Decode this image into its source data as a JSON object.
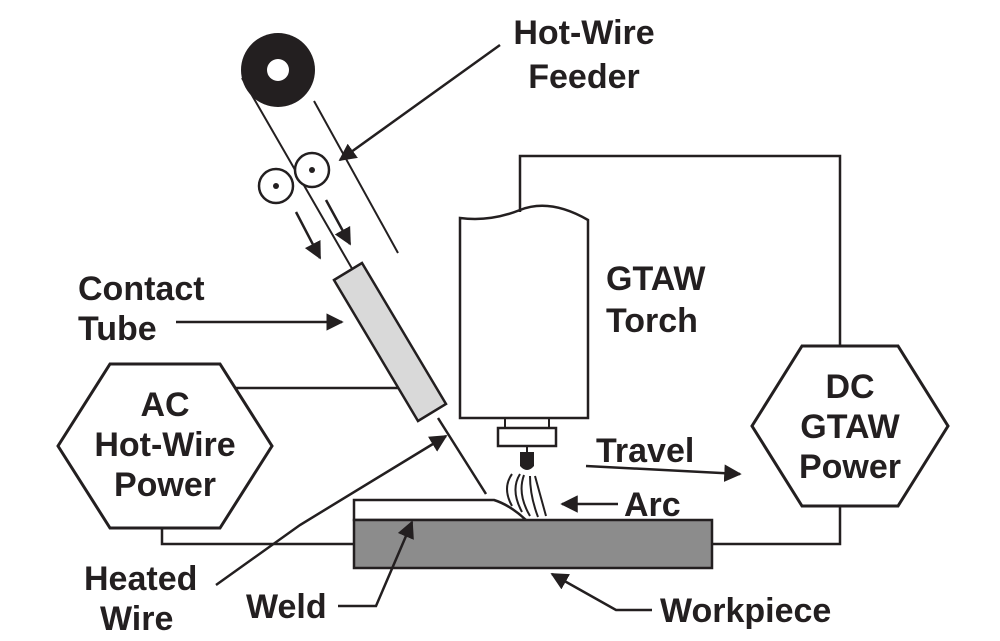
{
  "labels": {
    "hot_wire_feeder": [
      "Hot-Wire",
      "Feeder"
    ],
    "contact_tube": [
      "Contact",
      "Tube"
    ],
    "gtaw_torch": [
      "GTAW",
      "Torch"
    ],
    "ac_power": [
      "AC",
      "Hot-Wire",
      "Power"
    ],
    "dc_power": [
      "DC",
      "GTAW",
      "Power"
    ],
    "travel": "Travel",
    "arc": "Arc",
    "heated_wire": [
      "Heated",
      "Wire"
    ],
    "weld": "Weld",
    "workpiece": "Workpiece"
  },
  "colors": {
    "ink": "#231f20",
    "contact_tube_fill": "#d9d9d9",
    "workpiece_fill": "#8c8c8c",
    "background": "#ffffff"
  }
}
